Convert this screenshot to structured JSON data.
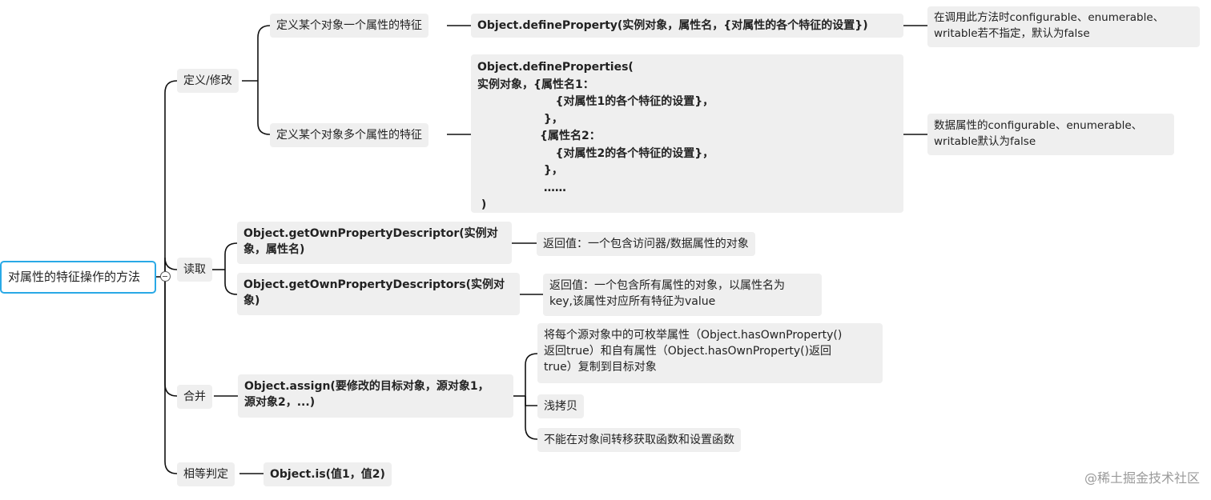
{
  "root": {
    "label": "对属性的特征操作的方法"
  },
  "branches": {
    "define": {
      "label": "定义/修改",
      "single": {
        "label": "定义某个对象一个属性的特征",
        "method": "Object.defineProperty(实例对象，属性名，{对属性的各个特征的设置})",
        "note_line1": "在调用此方法时configurable、enumerable、",
        "note_line2": "writable若不指定，默认为false"
      },
      "multi": {
        "label": "定义某个对象多个属性的特征",
        "method_lines": [
          "Object.defineProperties(",
          "实例对象，{属性名1：",
          "                    {对属性1的各个特征的设置}，",
          "                 }，",
          "                {属性名2：",
          "                    {对属性2的各个特征的设置}，",
          "                 }，",
          "                 ……",
          " )"
        ],
        "note_line1": "数据属性的configurable、enumerable、",
        "note_line2": "writable默认为false"
      }
    },
    "read": {
      "label": "读取",
      "single": {
        "method_line1": "Object.getOwnPropertyDescriptor(实例对",
        "method_line2": "象，属性名)",
        "note": "返回值：一个包含访问器/数据属性的对象"
      },
      "multi": {
        "method_line1": "Object.getOwnPropertyDescriptors(实例对",
        "method_line2": "象)",
        "note_line1": "返回值：一个包含所有属性的对象，以属性名为",
        "note_line2": "key,该属性对应所有特征为value"
      }
    },
    "merge": {
      "label": "合并",
      "method_line1": "Object.assign(要修改的目标对象，源对象1，",
      "method_line2": "源对象2，...)",
      "notes": {
        "n1_line1": "将每个源对象中的可枚举属性（Object.hasOwnProperty()",
        "n1_line2": "返回true）和自有属性（Object.hasOwnProperty()返回",
        "n1_line3": "true）复制到目标对象",
        "n2": "浅拷贝",
        "n3": "不能在对象间转移获取函数和设置函数"
      }
    },
    "equal": {
      "label": "相等判定",
      "method": "Object.is(值1，值2)"
    }
  },
  "watermark": "@稀土掘金技术社区"
}
